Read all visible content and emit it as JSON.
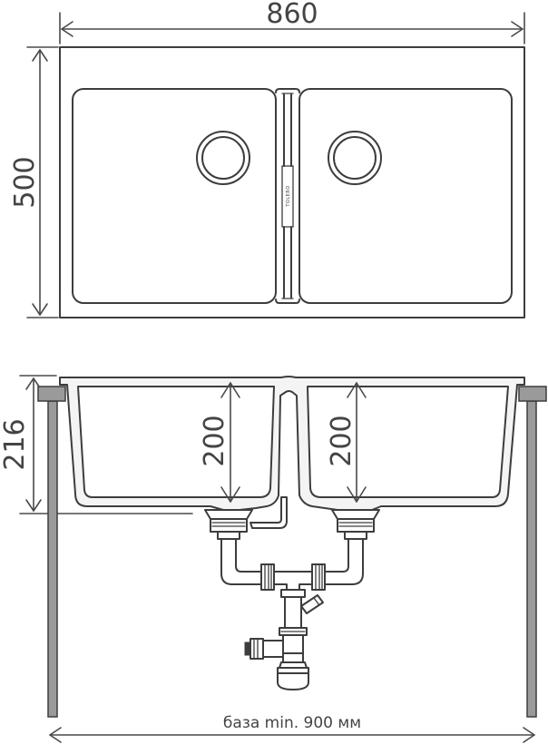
{
  "dimensions": {
    "width_top": "860",
    "depth_top": "500",
    "depth_side": "216",
    "bowl_depth_left": "200",
    "bowl_depth_right": "200",
    "base_note": "база min. 900 мм"
  },
  "brand": "TOLERO",
  "colors": {
    "line": "#3d3d3d",
    "leg": "#9a9a9a",
    "background": "#ffffff"
  }
}
